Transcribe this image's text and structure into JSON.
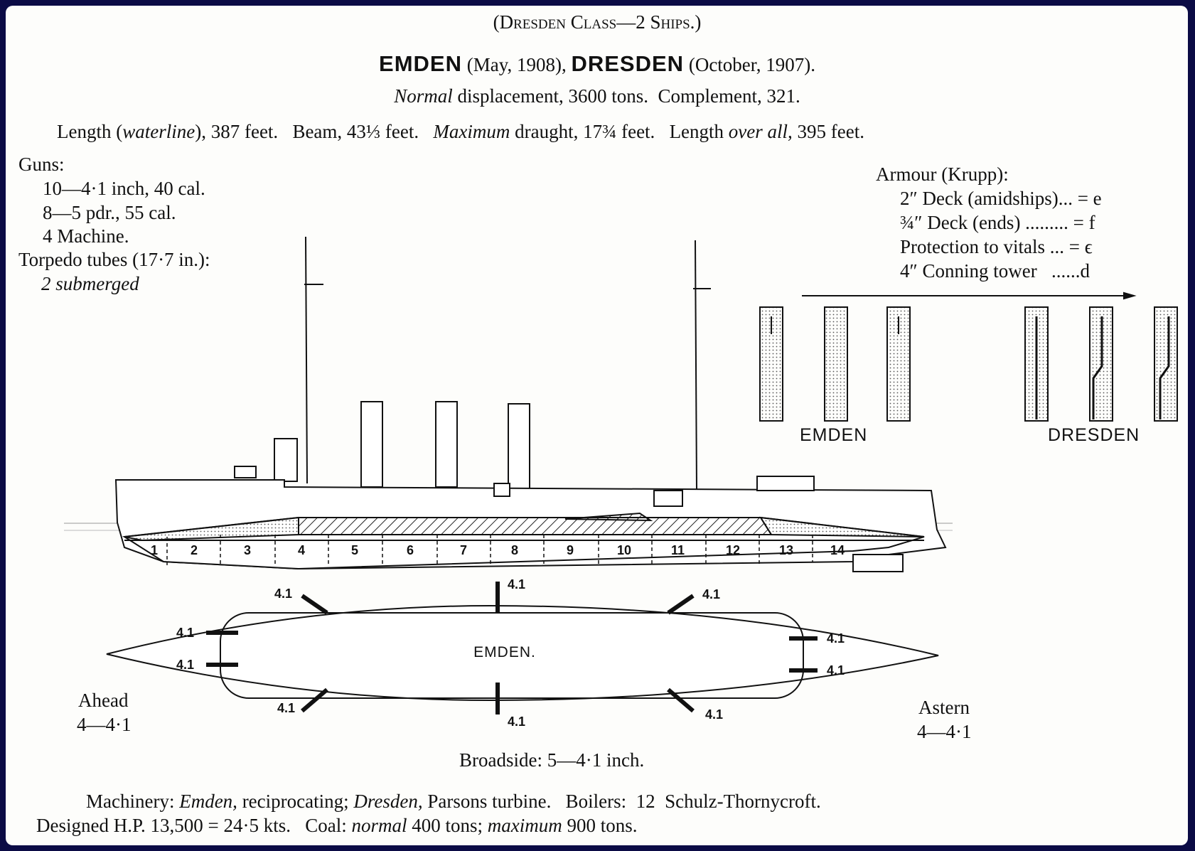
{
  "class_title": "(Dresden Class—2 Ships.)",
  "ships": [
    {
      "name": "EMDEN",
      "date": "(May, 1908),"
    },
    {
      "name": "DRESDEN",
      "date": "(October, 1907)."
    }
  ],
  "displacement": {
    "label_italic": "Normal",
    "text": "displacement, 3600 tons.",
    "complement": "Complement, 321."
  },
  "dimensions": {
    "length_label": "Length (",
    "length_italic": "waterline",
    "length_value": "), 387 feet.",
    "beam": "Beam, 43⅓ feet.",
    "draught_italic": "Maximum",
    "draught": "draught, 17¾ feet.",
    "loa_label": "Length",
    "loa_italic": "over all,",
    "loa_value": "395 feet."
  },
  "guns": {
    "title": "Guns:",
    "items": [
      "10—4·1 inch, 40 cal.",
      "8—5 pdr., 55 cal.",
      "4 Machine."
    ],
    "torpedo_title": "Torpedo tubes (17·7 in.):",
    "torpedo_value": "2 submerged"
  },
  "armour": {
    "title": "Armour (Krupp):",
    "items": [
      "2″ Deck (amidships)... = e",
      "¾″ Deck (ends) ......... = f",
      "Protection to vitals ... = ϵ",
      "4″ Conning tower   ......d"
    ]
  },
  "section_labels": [
    "EMDEN",
    "DRESDEN"
  ],
  "compartments": [
    "1",
    "2",
    "3",
    "4",
    "5",
    "6",
    "7",
    "8",
    "9",
    "10",
    "11",
    "12",
    "13",
    "14"
  ],
  "plan": {
    "name": "EMDEN.",
    "gun_label": "4.1"
  },
  "ahead": {
    "label": "Ahead",
    "value": "4—4·1"
  },
  "astern": {
    "label": "Astern",
    "value": "4—4·1"
  },
  "broadside": "Broadside: 5—4·1 inch.",
  "machinery": {
    "line1_a": "Machinery:",
    "emden": "Emden,",
    "line1_b": "reciprocating;",
    "dresden": "Dresden,",
    "line1_c": "Parsons turbine.   Boilers:  12  Schulz-Thornycroft.",
    "line2_a": "Designed H.P. 13,500 = 24·5 kts.   Coal:",
    "normal": "normal",
    "line2_b": "400 tons;",
    "maximum": "maximum",
    "line2_c": "900 tons."
  }
}
